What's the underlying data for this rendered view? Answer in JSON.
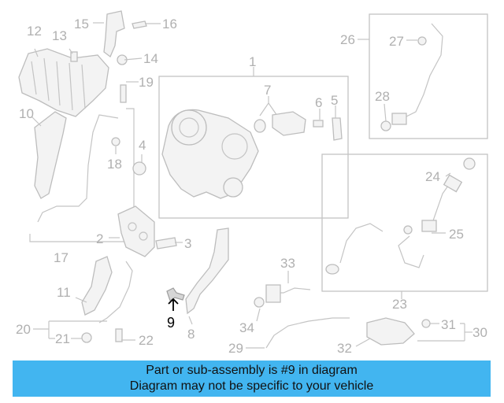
{
  "callouts": {
    "c1": "1",
    "c2": "2",
    "c3": "3",
    "c4": "4",
    "c5": "5",
    "c6": "6",
    "c7": "7",
    "c8": "8",
    "c9": "9",
    "c10": "10",
    "c11": "11",
    "c12": "12",
    "c13": "13",
    "c14": "14",
    "c15": "15",
    "c16": "16",
    "c17": "17",
    "c18": "18",
    "c19": "19",
    "c20": "20",
    "c21": "21",
    "c22": "22",
    "c23": "23",
    "c24": "24",
    "c25": "25",
    "c26": "26",
    "c27": "27",
    "c28": "28",
    "c29": "29",
    "c30": "30",
    "c31": "31",
    "c32": "32",
    "c33": "33",
    "c34": "34"
  },
  "highlight_color": "#000000",
  "banner": {
    "line1": "Part or sub-assembly is #9 in diagram",
    "line2": "Diagram may not be specific to your vehicle",
    "color": "#42b5f0"
  }
}
